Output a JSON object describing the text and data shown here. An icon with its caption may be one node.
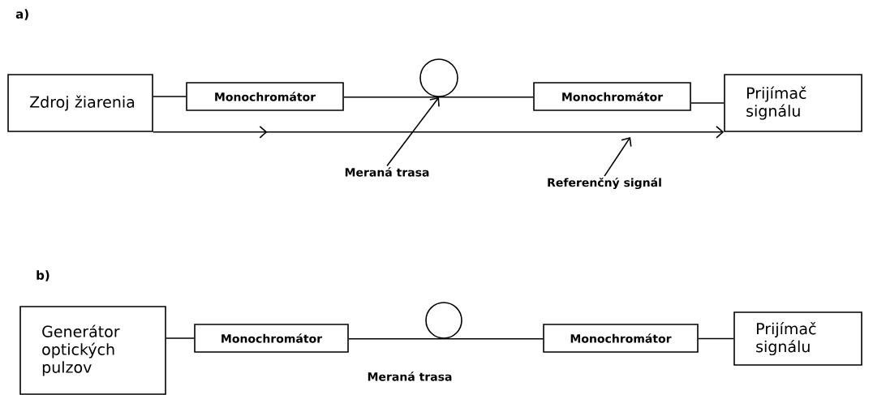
{
  "diagram": {
    "nodes": [
      {
        "text": [
          "Zdroj žiarenia"
        ]
      },
      {
        "text": [
          "Monochromátor"
        ]
      },
      {
        "text": [],
        "shape": "circle"
      },
      {
        "text": [
          "Monochromátor"
        ]
      },
      {
        "text": [
          "Prijímač signálu"
        ]
      },
      {
        "text": [
          "Meraná trasa"
        ]
      },
      {
        "text": [
          "Referenčný signál"
        ]
      },
      {
        "text": [
          "Generátor optických pulzov"
        ]
      },
      {
        "text": [
          "Monochromátor"
        ]
      },
      {
        "text": [],
        "shape": "circle",
        "beside": [
          "Meraná trasa"
        ]
      },
      {
        "text": [
          "Monochromátor"
        ]
      },
      {
        "text": [
          "Prijímač signálu"
        ]
      }
    ],
    "edges": [
      {
        "from": 0,
        "to": 1,
        "arrow": "none"
      },
      {
        "from": 1,
        "to": 2,
        "arrow": "none"
      },
      {
        "from": 2,
        "to": 3,
        "arrow": "none"
      },
      {
        "from": 3,
        "to": 4,
        "arrow": "none"
      },
      {
        "from": 0,
        "to": 4,
        "arrow": "to"
      },
      {
        "from": 5,
        "to": 2,
        "arrow": "to"
      },
      {
        "from": 6,
        "to": null,
        "arrow": "to"
      },
      {
        "from": 7,
        "to": 8,
        "arrow": "none"
      },
      {
        "from": 8,
        "to": 9,
        "arrow": "none"
      },
      {
        "from": 9,
        "to": 10,
        "arrow": "none"
      },
      {
        "from": 10,
        "to": 11,
        "arrow": "none"
      }
    ],
    "labels": [
      "a)",
      "b)"
    ]
  }
}
